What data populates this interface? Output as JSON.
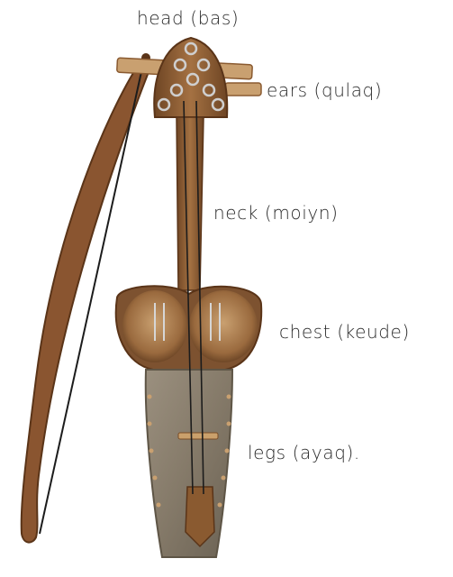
{
  "labels": {
    "head": "head (bas)",
    "ears": "ears (qulaq)",
    "neck": "neck (moiyn)",
    "chest": "chest (keude)",
    "legs": "legs (ayaq)."
  },
  "colors": {
    "wood_dark": "#6e4524",
    "wood_mid": "#9a6a3e",
    "wood_light": "#c49a68",
    "hide": "#8f8474",
    "hide_dark": "#6b6254",
    "string": "#1c1c1c",
    "metal": "#b9b9b9",
    "text": "#2b2b2b"
  },
  "icons": [
    "kobyz-instrument-illustration",
    "bow-illustration",
    "tuning-peg-icon"
  ]
}
